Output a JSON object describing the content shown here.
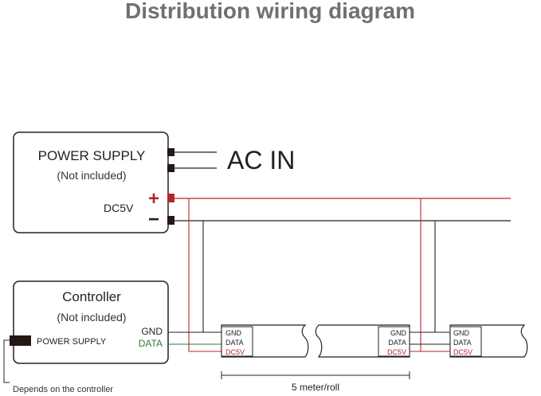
{
  "title": "Distribution wiring diagram",
  "power_supply": {
    "label": "POWER SUPPLY",
    "note": "(Not included)",
    "voltage": "DC5V",
    "plus_symbol": "+",
    "minus_symbol": "−",
    "ac_label": "AC IN"
  },
  "controller": {
    "label": "Controller",
    "note": "(Not included)",
    "power_label": "POWER SUPPLY",
    "gnd_label": "GND",
    "data_label": "DATA",
    "footnote": "Depends on the controller"
  },
  "strip_segments": [
    {
      "gnd": "GND",
      "data": "DATA",
      "dc": "DC5V"
    },
    {
      "gnd": "GND",
      "data": "DATA",
      "dc": "DC5V"
    },
    {
      "gnd": "GND",
      "data": "DATA",
      "dc": "DC5V"
    }
  ],
  "length_label": "5 meter/roll",
  "colors": {
    "title": "#707070",
    "line": "#222222",
    "positive": "#b3262c",
    "data": "#2e7d32",
    "terminal": "#231815"
  },
  "icons": {
    "positive_terminal": "plus-sign",
    "negative_terminal": "minus-sign"
  }
}
